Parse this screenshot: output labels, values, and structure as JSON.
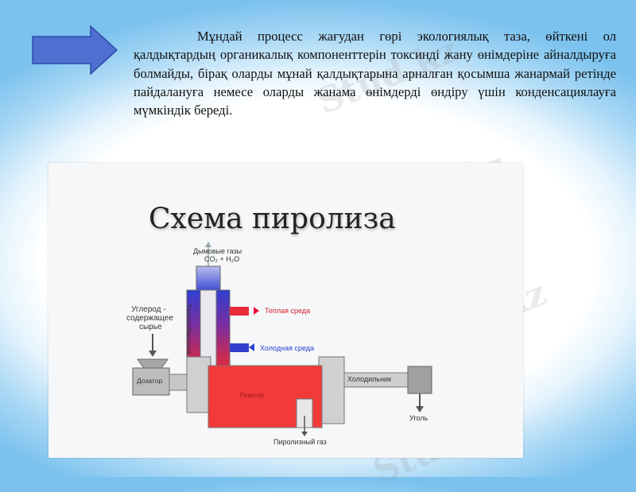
{
  "slide": {
    "paragraph": "Мұндай процесс жағудан гөрі экологиялық таза, өйткені ол қалдықтардың органикалық компоненттерін токсинді жану өнімдеріне айналдыруға болмайды, бірақ оларды мұнай қалдықтарына арналған қосымша жанармай ретінде пайдалануға немесе оларды жанама өнімдерді өндіру үшін конденсациялауға мүмкіндік береді.",
    "watermark": "Stud.kz",
    "watermark_chain": "Stud.kz - Stud.kz"
  },
  "diagram": {
    "title": "Схема пиролиза",
    "flue_gases_line1": "Дымовые газы",
    "flue_gases_line2": "CO₂ + H₂O",
    "feed_line1": "Углерод -",
    "feed_line2": "содержащее",
    "feed_line3": "сырье",
    "warm_medium": "Теплая среда",
    "cold_medium": "Холодная среда",
    "heat_exchanger": "Теплообменник",
    "doser": "Дозатор",
    "reactor": "Реактор",
    "cooler": "Холодильник",
    "coal": "Уголь",
    "pyrolysis_gas": "Пиролизный газ"
  },
  "colors": {
    "arrow": "#4f6fd1",
    "reactor_red": "#f23a3a",
    "exchanger_blue": "#3b47c8",
    "warm_arrow": "#e8103a",
    "cold_arrow": "#2a3fd1"
  },
  "icons": {
    "pointer": "right-arrow-icon"
  }
}
